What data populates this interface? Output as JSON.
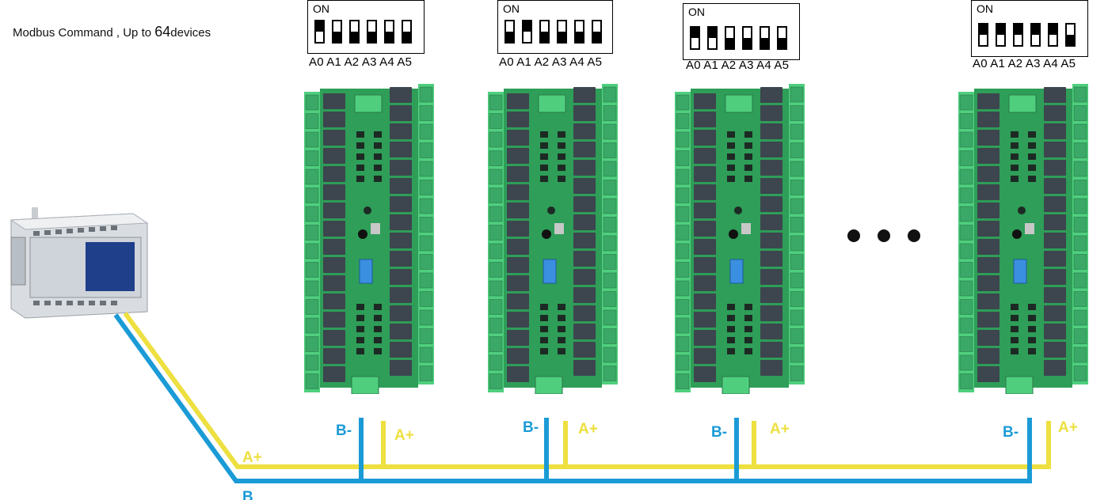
{
  "caption": {
    "text": "Modbus Command , Up to ",
    "count": "64",
    "suffix": "devices"
  },
  "dip_on_label": "ON",
  "address_labels": [
    "A0",
    "A1",
    "A2",
    "A3",
    "A4",
    "A5"
  ],
  "devices": [
    {
      "switches_on": [
        true,
        false,
        false,
        false,
        false,
        false
      ]
    },
    {
      "switches_on": [
        false,
        true,
        false,
        false,
        false,
        false
      ]
    },
    {
      "switches_on": [
        true,
        true,
        false,
        false,
        false,
        false
      ]
    },
    {
      "switches_on": [
        true,
        true,
        true,
        true,
        true,
        false
      ]
    }
  ],
  "bus_labels": {
    "b_minus": "B-",
    "a_plus": "A+",
    "b_partial": "B"
  },
  "colors": {
    "bus_b": "#1b9bd6",
    "bus_a": "#ede040",
    "pcb": "#2e9e58",
    "terminal": "#4fcf7e",
    "relay": "#3d454e"
  }
}
